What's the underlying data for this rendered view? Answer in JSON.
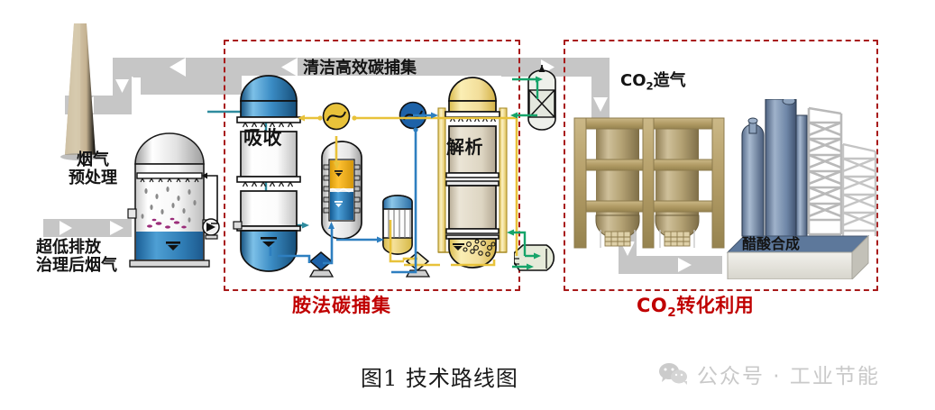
{
  "figure": {
    "caption": "图1  技术路线图",
    "watermark": "公众号 · 工业节能",
    "watermark_icon": "wechat-icon"
  },
  "colors": {
    "red_label": "#c00000",
    "dash_border": "#a81a1a",
    "gray_arrow": "#c6c6c6",
    "blue_pipe": "#2e7fc0",
    "yellow_pipe": "#e8c23a",
    "green_pipe": "#16a46a",
    "teal_pipe": "#2e8b9e",
    "stack_tan": "#c9b592",
    "gasifier_tan": "#b8a074",
    "column_blue": "#2f7fbe",
    "stripper_yellow": "#f2de9a",
    "plant_blue": "#6f88a8",
    "background": "#ffffff"
  },
  "sections": {
    "pretreatment": {
      "label_line1": "烟气",
      "label_line2": "预处理",
      "inlet_label_line1": "超低排放",
      "inlet_label_line2": "治理后烟气",
      "stack_name": "chimney-stack",
      "tower_name": "pretreatment-scrubber-tower"
    },
    "capture": {
      "title": "清洁高效碳捕集",
      "footer": "胺法碳捕集",
      "absorber_label": "吸收",
      "stripper_label": "解析",
      "equipment": [
        {
          "name": "absorber-column",
          "label": "吸收"
        },
        {
          "name": "lean-rich-heat-exchanger",
          "label": ""
        },
        {
          "name": "amine-flash-vessel",
          "label": ""
        },
        {
          "name": "rich-amine-pump",
          "label": ""
        },
        {
          "name": "lean-amine-pump",
          "label": ""
        },
        {
          "name": "overhead-condenser",
          "label": ""
        },
        {
          "name": "reboiler-heat-exchanger",
          "label": ""
        },
        {
          "name": "stripper-column",
          "label": "解析"
        },
        {
          "name": "co2-knockout-drum",
          "label": ""
        },
        {
          "name": "product-storage-tank",
          "label": ""
        }
      ]
    },
    "utilization": {
      "title_main": "CO",
      "title_sub": "2",
      "title_rest": "造气",
      "plant_label": "醋酸合成",
      "footer_main": "CO",
      "footer_sub": "2",
      "footer_rest": "转化利用",
      "equipment": [
        {
          "name": "co2-gasifier-unit",
          "label": "CO2造气"
        },
        {
          "name": "acetic-acid-synthesis-plant",
          "label": "醋酸合成"
        }
      ]
    }
  }
}
